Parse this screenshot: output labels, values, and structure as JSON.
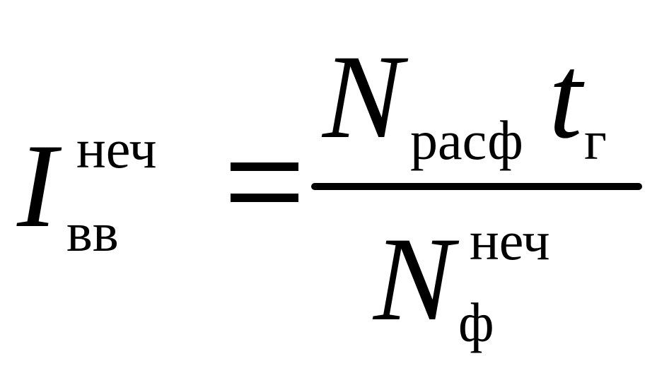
{
  "formula": {
    "lhs": {
      "symbol": "I",
      "superscript": "неч",
      "subscript": "вв"
    },
    "equals": "=",
    "numerator": {
      "symbol1": "N",
      "subscript1": "расф",
      "symbol2": "t",
      "subscript2": "г"
    },
    "denominator": {
      "symbol": "N",
      "superscript": "неч",
      "subscript": "ф"
    }
  }
}
